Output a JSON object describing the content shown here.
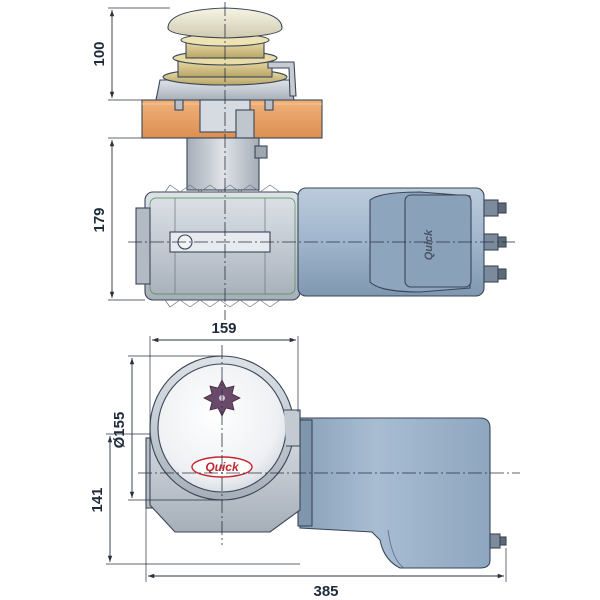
{
  "dimensions": {
    "top_height": "100",
    "mid_height": "179",
    "width_159": "159",
    "diameter": "Ø155",
    "height_141": "141",
    "total_length": "385"
  },
  "brand": {
    "logo_text": "Quick",
    "motor_logo_text": "Quick"
  },
  "colors": {
    "motor_blue": "#9db4cc",
    "body_grey": "#c9cfd6",
    "deck_orange": "#e8a165",
    "cap_cream": "#ece8cf",
    "brass": "#d8c890",
    "logo_red": "#c4282f"
  }
}
